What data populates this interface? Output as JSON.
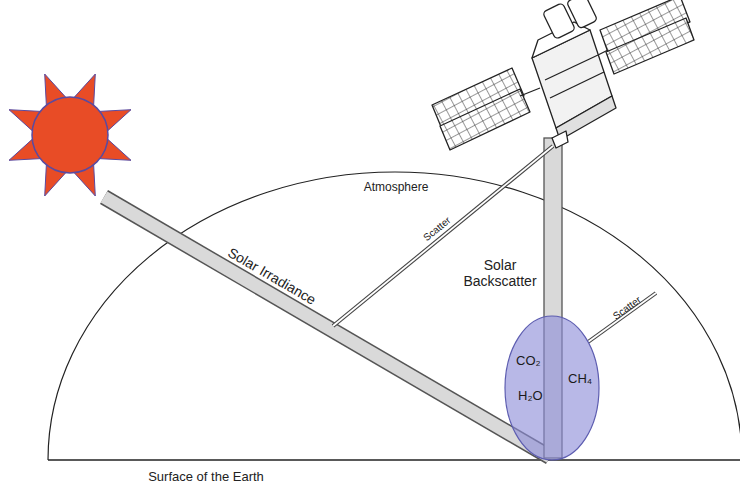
{
  "diagram": {
    "nodes": [
      {
        "text": [
          "CO₂",
          "H₂O",
          "CH₄"
        ]
      }
    ],
    "labels": [
      "Atmosphere",
      "Solar Irradiance",
      "Scatter",
      "Solar Backscatter",
      "Scatter",
      "Surface of the Earth"
    ]
  }
}
